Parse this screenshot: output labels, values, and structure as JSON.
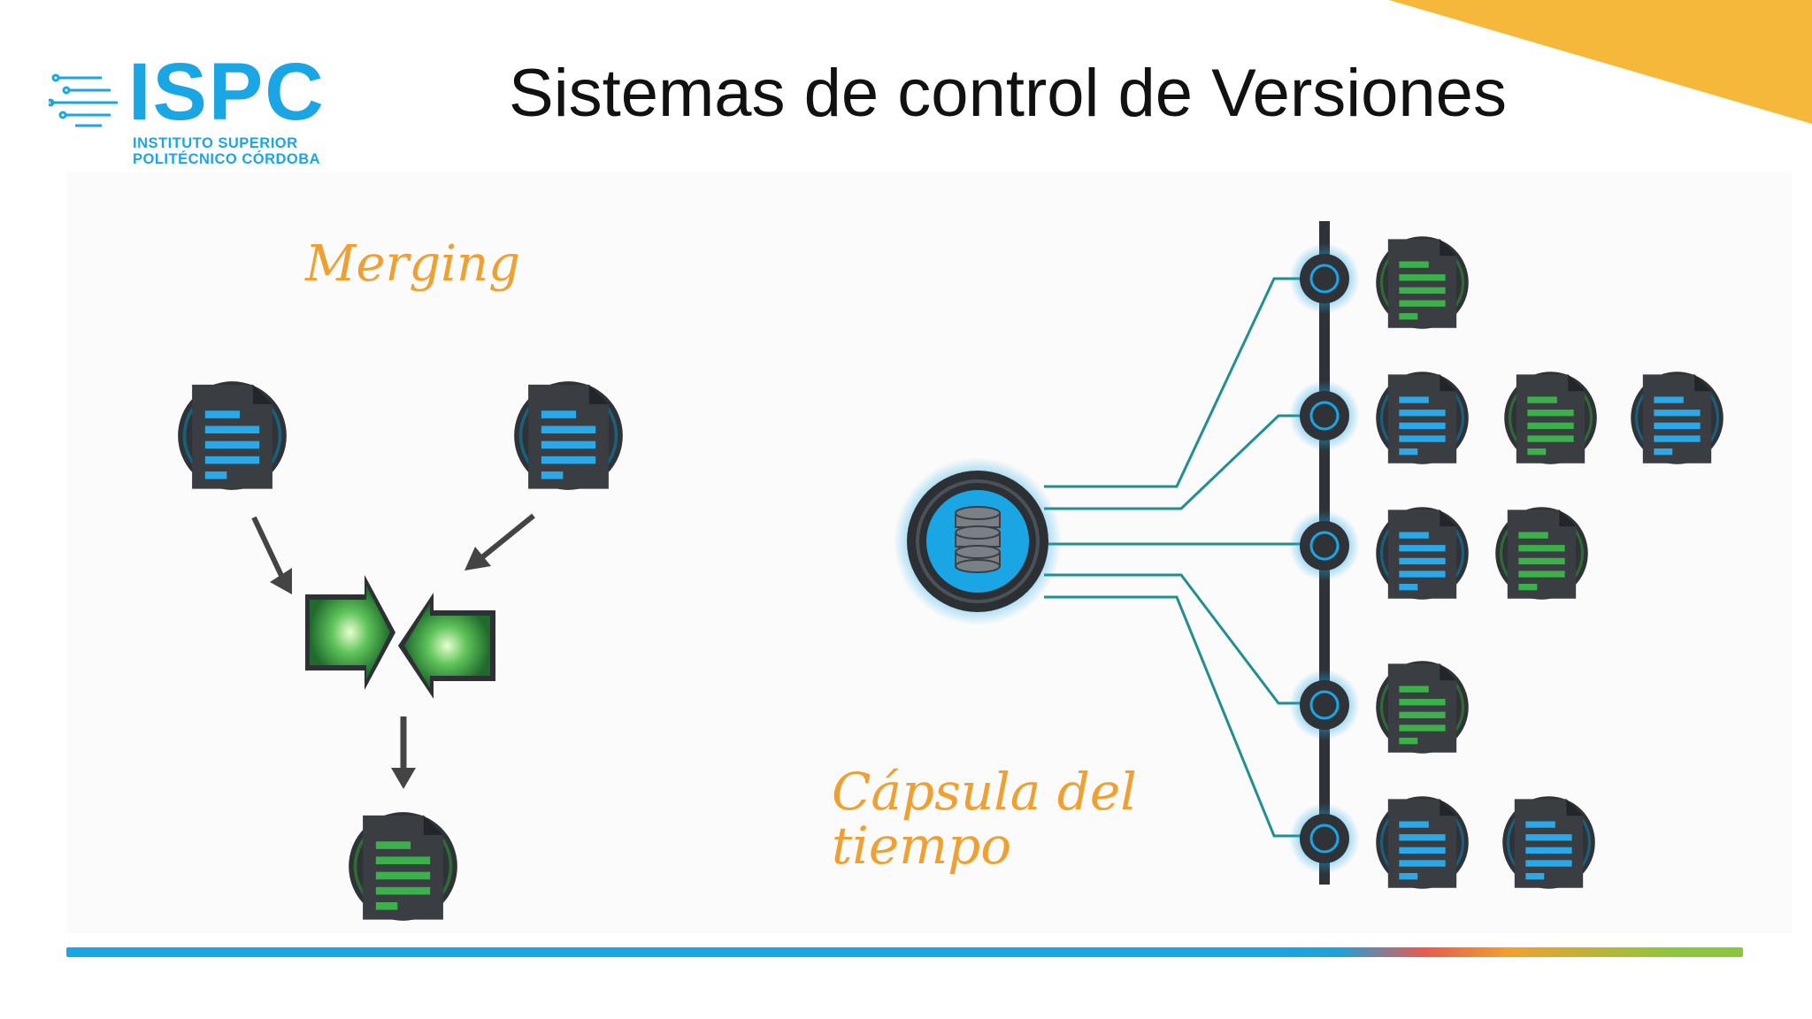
{
  "header": {
    "title": "Sistemas de control de Versiones"
  },
  "logo": {
    "name": "ISPC",
    "line1": "INSTITUTO SUPERIOR",
    "line2": "POLITÉCNICO CÓRDOBA",
    "color": "#1aa6e4"
  },
  "labels": {
    "merging": "Merging",
    "capsula_line1": "Cápsula del",
    "capsula_line2": "tiempo"
  },
  "colors": {
    "accent_orange": "#f0a030",
    "accent_blue": "#1aa6e4",
    "doc_blue": "#2aa8e8",
    "doc_green": "#3cb04a",
    "teal_lines": "#1f8f8f"
  },
  "icons": {
    "merge_documents": [
      "document-blue-icon",
      "document-blue-icon",
      "merge-arrows-icon",
      "document-green-icon"
    ],
    "repository": "database-icon",
    "timeline_rows": [
      [
        "green"
      ],
      [
        "blue",
        "green",
        "blue"
      ],
      [
        "blue",
        "green"
      ],
      [
        "green"
      ],
      [
        "blue",
        "blue"
      ]
    ]
  }
}
